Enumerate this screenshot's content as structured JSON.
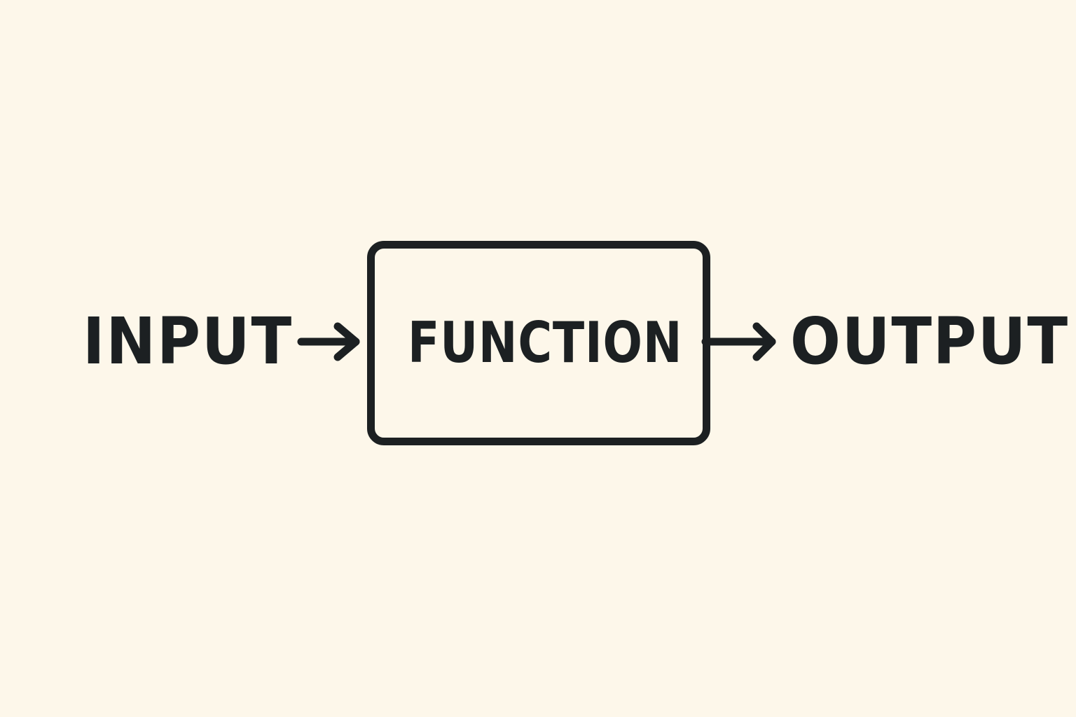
{
  "diagram": {
    "nodes": [
      {
        "id": "input",
        "label": "INPUT",
        "shape": "text"
      },
      {
        "id": "function",
        "label": "FUNCTION",
        "shape": "rounded-rectangle"
      },
      {
        "id": "output",
        "label": "OUTPUT",
        "shape": "text"
      }
    ],
    "edges": [
      {
        "from": "input",
        "to": "function",
        "type": "arrow"
      },
      {
        "from": "function",
        "to": "output",
        "type": "arrow"
      }
    ],
    "colors": {
      "background": "#fdf7ea",
      "ink": "#1c2022"
    }
  },
  "labels": {
    "input": "INPUT",
    "function": "FUNCTION",
    "output": "OUTPUT"
  }
}
